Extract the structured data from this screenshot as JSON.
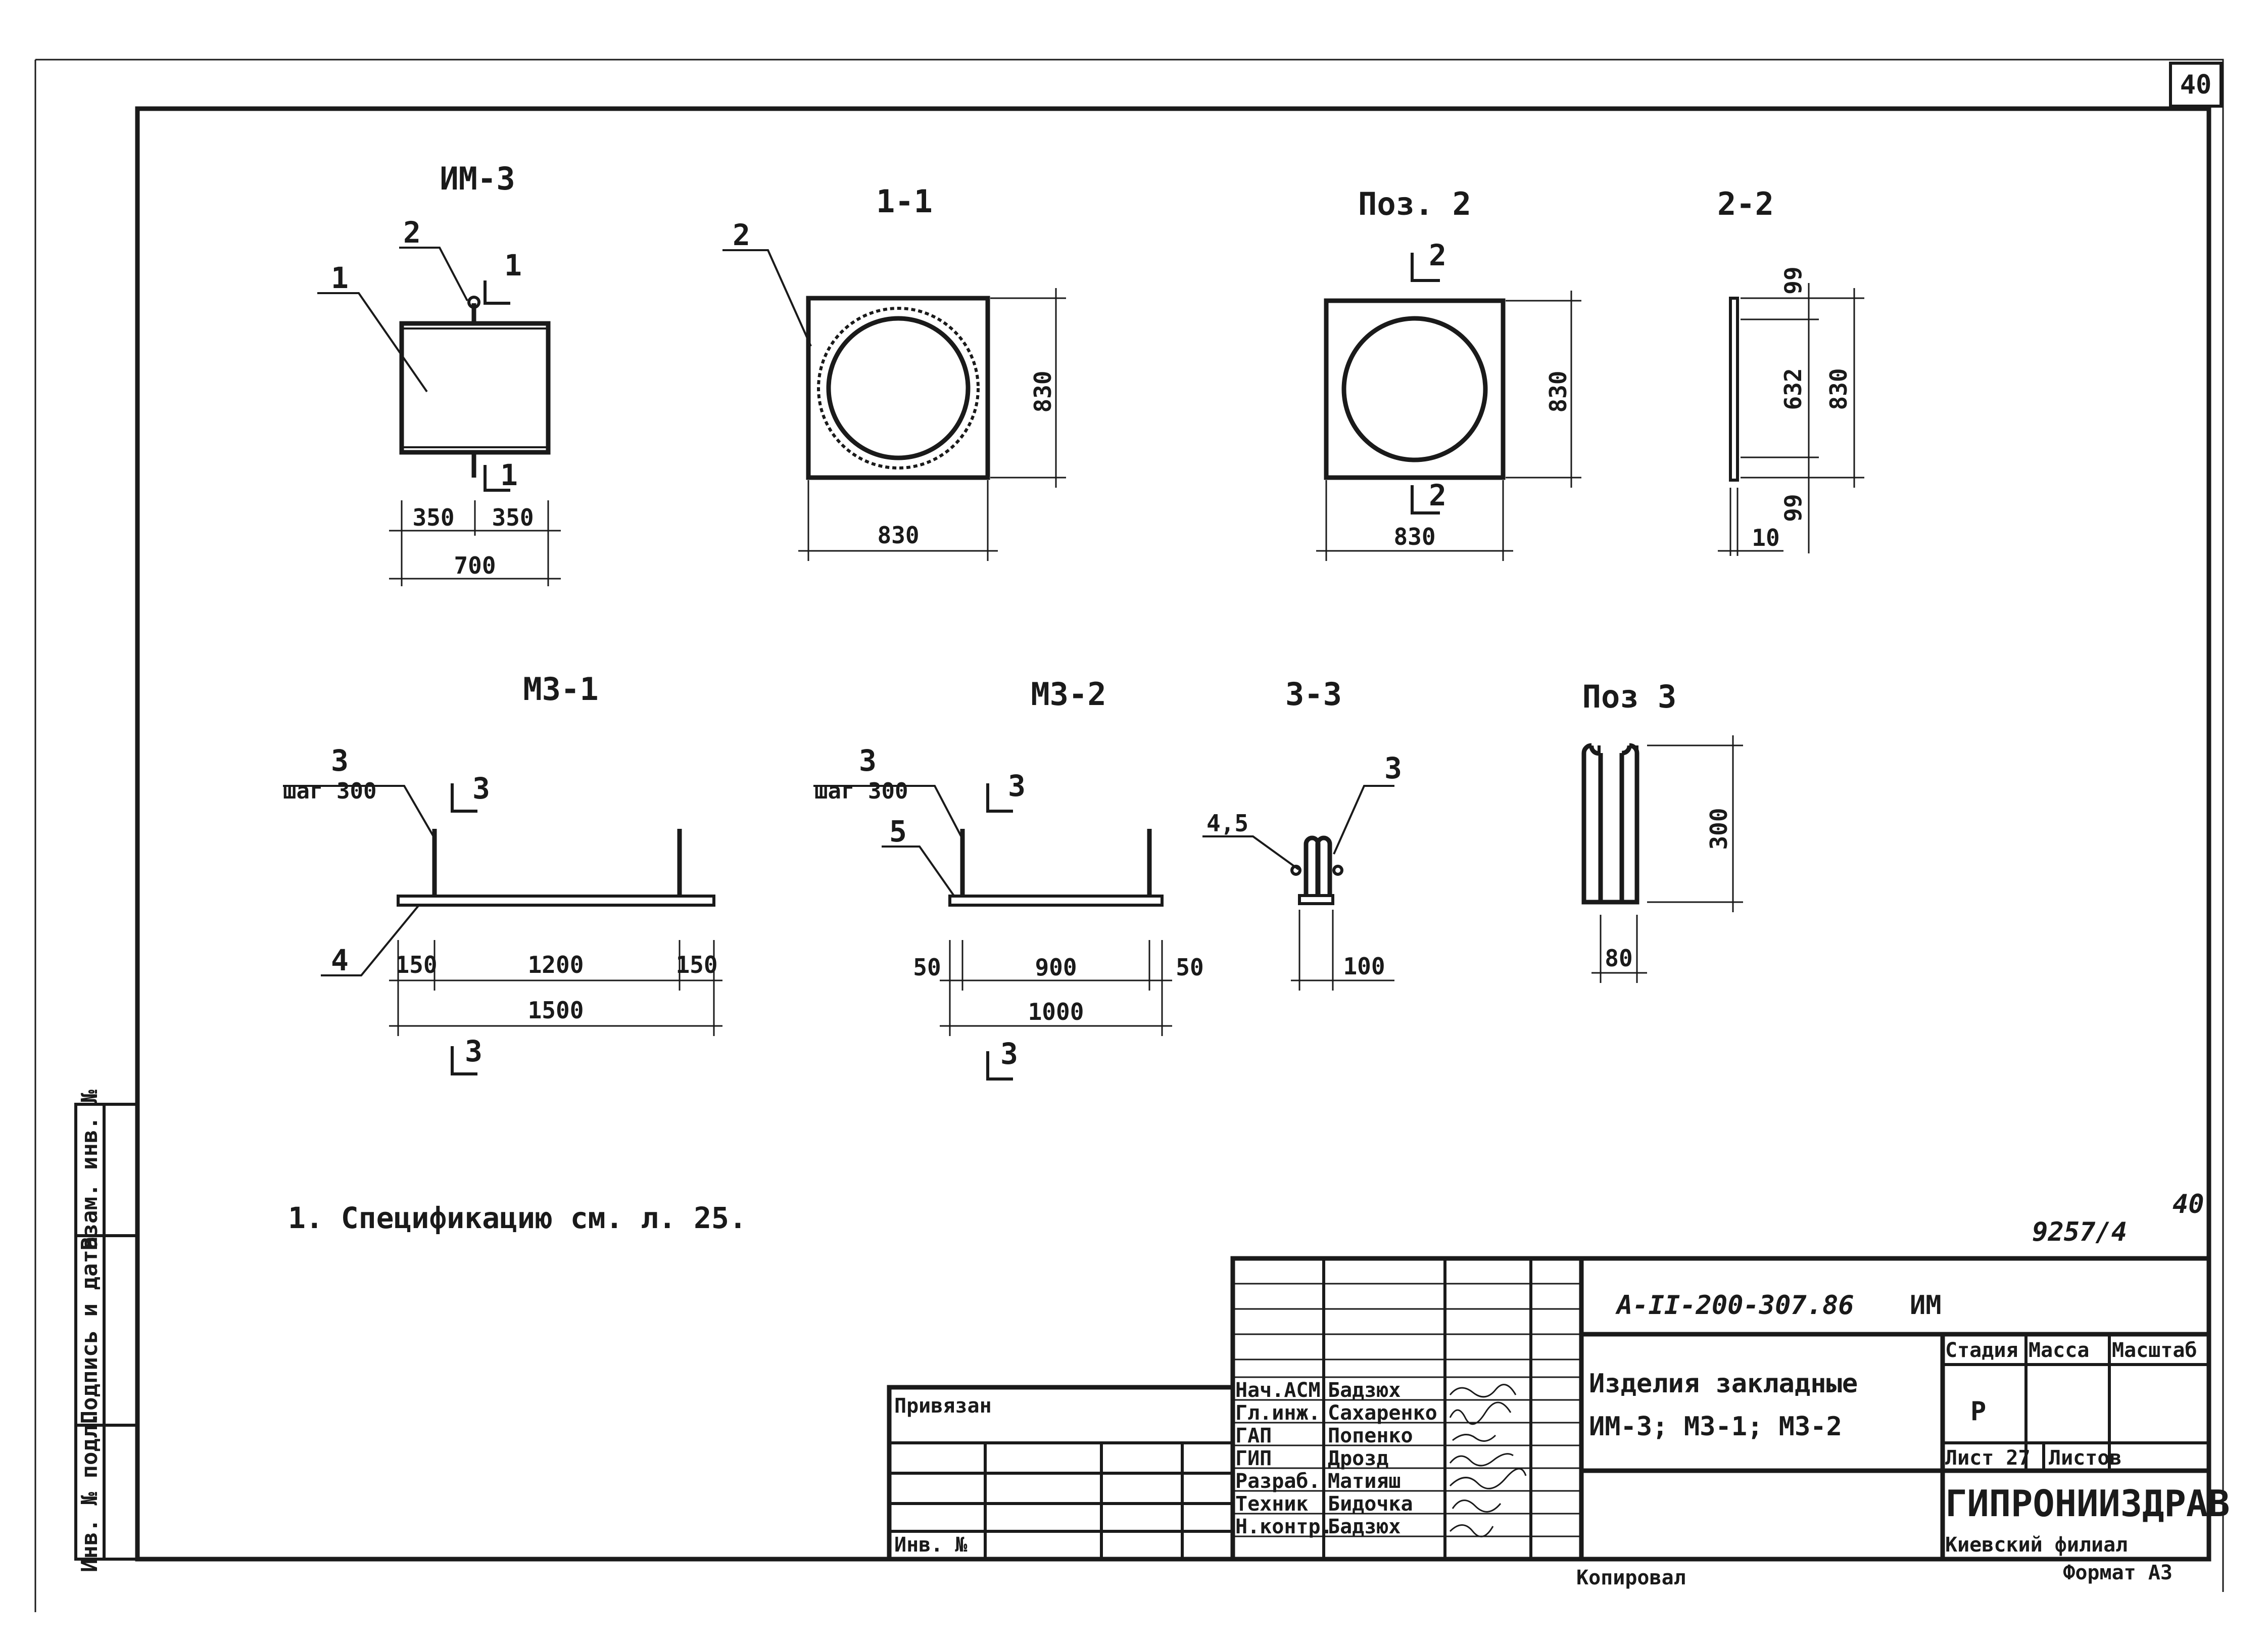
{
  "sheet": {
    "corner_sheet_no": "40",
    "footer_sheet_no": "40",
    "code_stamp": "9257/4",
    "note": "1. Спецификацию см. л. 25."
  },
  "views": {
    "im3": {
      "title": "ИМ-3",
      "callouts": [
        "1",
        "2"
      ],
      "section_marks": [
        "1",
        "1"
      ],
      "dims": [
        "350",
        "350",
        "700"
      ]
    },
    "sec11": {
      "title": "1-1",
      "callouts": [
        "2"
      ],
      "dims": [
        "830",
        "830"
      ]
    },
    "pos2": {
      "title": "Поз. 2",
      "section_marks": [
        "2",
        "2"
      ],
      "dims": [
        "830",
        "830"
      ]
    },
    "sec22": {
      "title": "2-2",
      "dims": [
        "99",
        "632",
        "830",
        "99",
        "10"
      ]
    },
    "mz1": {
      "title": "МЗ-1",
      "callouts": [
        "3",
        "4"
      ],
      "pitch_note": "шаг 300",
      "section_marks": [
        "3",
        "3"
      ],
      "dims": [
        "150",
        "1200",
        "150",
        "1500"
      ]
    },
    "mz2": {
      "title": "МЗ-2",
      "callouts": [
        "3",
        "5"
      ],
      "pitch_note": "шаг 300",
      "section_marks": [
        "3",
        "3"
      ],
      "dims": [
        "50",
        "900",
        "50",
        "1000"
      ]
    },
    "sec33": {
      "title": "3-3",
      "callouts": [
        "3"
      ],
      "dims": [
        "4,5",
        "100"
      ]
    },
    "pos3": {
      "title": "Поз 3",
      "dims": [
        "300",
        "80"
      ]
    }
  },
  "title_block": {
    "doc_code": "А-II-200-307.86",
    "doc_mark": "ИМ",
    "doc_title_line1": "Изделия закладные",
    "doc_title_line2": "ИМ-3; МЗ-1; МЗ-2",
    "stage_header": "Стадия",
    "mass_header": "Масса",
    "scale_header": "Масштаб",
    "stage_value": "Р",
    "sheet_label": "Лист 27",
    "sheets_label": "Листов",
    "org_name": "ГИПРОНИИЗДРАВ",
    "org_branch": "Киевский филиал",
    "format": "Формат А3",
    "copied_label": "Копировал",
    "tied_label": "Привязан",
    "inv_label": "Инв. №",
    "roles": [
      {
        "role": "Нач.АСМ",
        "name": "Бадзюх"
      },
      {
        "role": "Гл.инж.",
        "name": "Сахаренко"
      },
      {
        "role": "ГАП",
        "name": "Попенко"
      },
      {
        "role": "ГИП",
        "name": "Дрозд"
      },
      {
        "role": "Разраб.",
        "name": "Матияш"
      },
      {
        "role": "Техник",
        "name": "Бидочка"
      },
      {
        "role": "Н.контр.",
        "name": "Бадзюх"
      }
    ]
  },
  "side_stamp": {
    "top": "Взам. инв. №",
    "middle": "Подпись и дата",
    "bottom": "Инв. № подл."
  }
}
